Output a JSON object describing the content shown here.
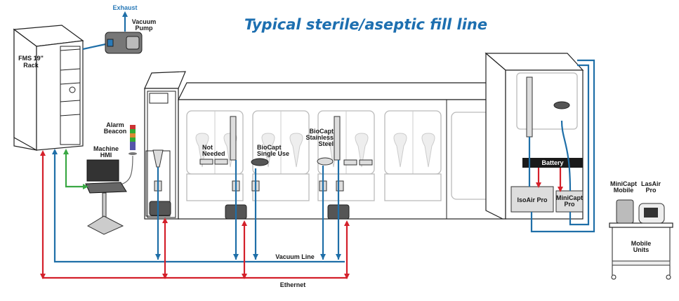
{
  "title": "Typical sterile/aseptic fill line",
  "labels": {
    "rack": [
      "FMS 19\"",
      "Rack"
    ],
    "exhaust": "Exhaust",
    "vacuum_pump": [
      "Vacuum",
      "Pump"
    ],
    "alarm_beacon": [
      "Alarm",
      "Beacon"
    ],
    "machine_hmi": [
      "Machine",
      "HMI"
    ],
    "not_needed": [
      "Not",
      "Needed"
    ],
    "biocapt_single_use": [
      "BioCapt",
      "Single Use"
    ],
    "biocapt_stainless": [
      "BioCapt",
      "Stainless",
      "Steel"
    ],
    "battery": "Battery",
    "isoair_pro": "IsoAir Pro",
    "minicapt_pro": [
      "MiniCapt",
      "Pro"
    ],
    "minicapt_mobile": [
      "MiniCapt",
      "Mobile"
    ],
    "lasair_pro": [
      "LasAir",
      "Pro"
    ],
    "mobile_units": [
      "Mobile",
      "Units"
    ],
    "vacuum_line": "Vacuum Line",
    "ethernet": "Ethernet"
  },
  "colors": {
    "vacuum": "#1f6fa8",
    "ethernet": "#d4202a",
    "hmi_link": "#3aa844",
    "title": "#1d6fb0"
  }
}
